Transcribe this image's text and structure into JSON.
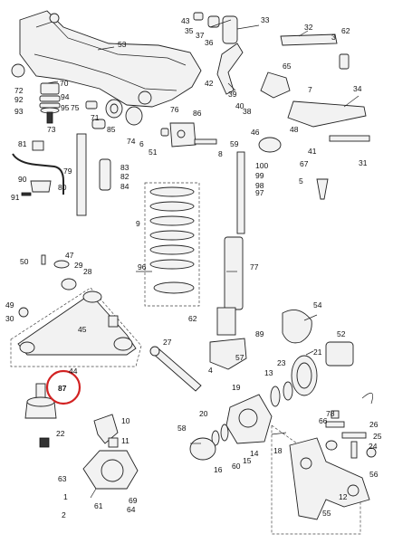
{
  "diagram": {
    "labels": [
      "53",
      "70",
      "72",
      "94",
      "92",
      "95",
      "93",
      "71",
      "75",
      "76",
      "86",
      "85",
      "74",
      "6",
      "51",
      "8",
      "73",
      "81",
      "90",
      "79",
      "80",
      "91",
      "83",
      "82",
      "84",
      "43",
      "35",
      "37",
      "36",
      "33",
      "34",
      "42",
      "39",
      "65",
      "7",
      "3",
      "32",
      "62",
      "38",
      "46",
      "48",
      "41",
      "67",
      "31",
      "5",
      "59",
      "100",
      "99",
      "98",
      "97",
      "9",
      "96",
      "77",
      "50",
      "47",
      "29",
      "28",
      "49",
      "30",
      "45",
      "44",
      "87",
      "62",
      "57",
      "89",
      "4",
      "27",
      "54",
      "52",
      "21",
      "13",
      "23",
      "19",
      "20",
      "18",
      "1",
      "2",
      "56",
      "10",
      "11",
      "22",
      "58",
      "16",
      "60",
      "15",
      "14",
      "64",
      "63",
      "69",
      "66",
      "78",
      "26",
      "25",
      "24",
      "12",
      "55",
      "61",
      "40"
    ],
    "highlight_label": "87",
    "highlight_color": "#d22222"
  }
}
